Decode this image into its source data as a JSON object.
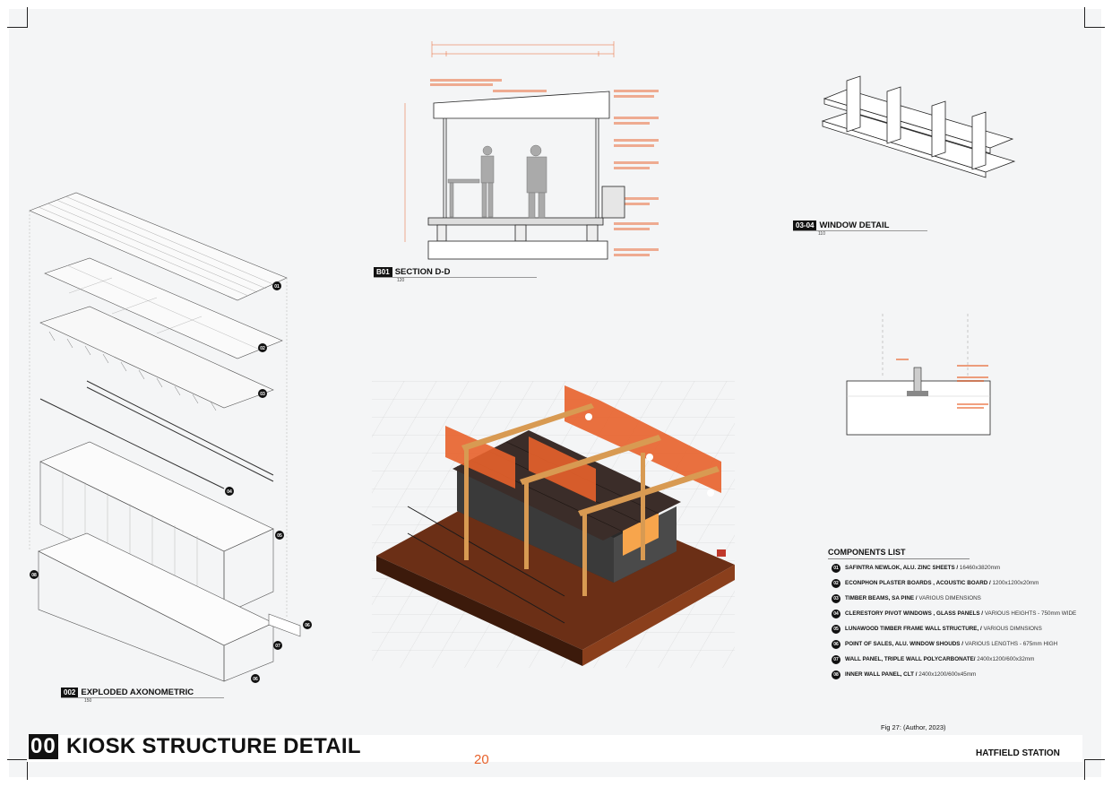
{
  "sheet": {
    "title_number": "00",
    "title": "KIOSK STRUCTURE DETAIL",
    "page_number": "20",
    "project": "HATFIELD STATION",
    "figure_caption": "Fig 27: (Author, 2023)"
  },
  "drawings": {
    "exploded": {
      "code": "002",
      "name": "EXPLODED AXONOMETRIC",
      "scale": "150",
      "callouts": [
        "01",
        "02",
        "03",
        "04",
        "05",
        "06",
        "07",
        "08"
      ]
    },
    "section": {
      "code": "B01",
      "name": "SECTION D-D",
      "scale": "120"
    },
    "window": {
      "code": "03-04",
      "name": "WINDOW DETAIL",
      "scale": "110"
    },
    "render": {}
  },
  "components": {
    "title": "COMPONENTS LIST",
    "items": [
      {
        "num": "01",
        "name": "SAFINTRA NEWLOK, ALU. ZINC SHEETS /",
        "detail": "16460x3820mm"
      },
      {
        "num": "02",
        "name": "ECONPHON  PLASTER BOARDS , ACOUSTIC BOARD /",
        "detail": "1200x1200x20mm"
      },
      {
        "num": "03",
        "name": "TIMBER BEAMS, SA PINE /",
        "detail": "VARIOUS DIMENSIONS"
      },
      {
        "num": "04",
        "name": "CLERESTORY PIVOT WINDOWS , GLASS PANELS /",
        "detail": "VARIOUS HEIGHTS - 750mm WIDE"
      },
      {
        "num": "05",
        "name": "LUNAWOOD TIMBER FRAME WALL STRUCTURE,  /",
        "detail": "VARIOUS DIMNSIONS"
      },
      {
        "num": "06",
        "name": "POINT OF SALES, ALU. WINDOW SHOUDS /",
        "detail": "VARIOUS LENGTHS - 675mm  HIGH"
      },
      {
        "num": "07",
        "name": "WALL PANEL, TRIPLE WALL POLYCARBONATE/",
        "detail": "2400x1200/600x32mm"
      },
      {
        "num": "08",
        "name": "INNER WALL PANEL, CLT /",
        "detail": "2400x1200/600x45mm"
      }
    ]
  },
  "colors": {
    "accent": "#e8622b",
    "ink": "#111111",
    "paper": "#f4f5f6"
  }
}
